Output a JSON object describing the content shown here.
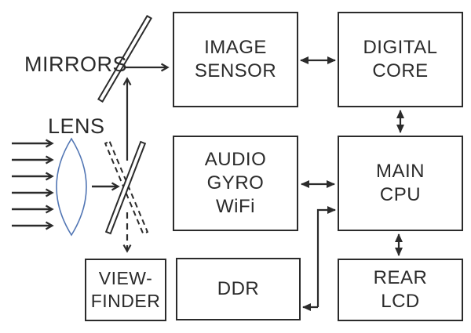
{
  "diagram": {
    "labels": {
      "mirrors": "MIRRORS",
      "lens": "LENS"
    },
    "boxes": [
      {
        "id": "image-sensor",
        "label": "IMAGE\nSENSOR"
      },
      {
        "id": "digital-core",
        "label": "DIGITAL\nCORE"
      },
      {
        "id": "audio-gyro-wifi",
        "label": "AUDIO\nGYRO\nWiFi"
      },
      {
        "id": "main-cpu",
        "label": "MAIN\nCPU"
      },
      {
        "id": "viewfinder",
        "label": "VIEW-\nFINDER"
      },
      {
        "id": "ddr",
        "label": "DDR"
      },
      {
        "id": "rear-lcd",
        "label": "REAR\nLCD"
      }
    ],
    "connections": [
      {
        "from": "light-rays",
        "to": "lens",
        "type": "one-way",
        "count": 6
      },
      {
        "from": "lens",
        "to": "mirror",
        "type": "one-way"
      },
      {
        "from": "mirror",
        "to": "image-sensor",
        "type": "one-way"
      },
      {
        "from": "mirror",
        "to": "main-mirror",
        "type": "one-way-up"
      },
      {
        "from": "mirror",
        "to": "viewfinder",
        "type": "one-way-dashed"
      },
      {
        "from": "image-sensor",
        "to": "digital-core",
        "type": "bidirectional"
      },
      {
        "from": "digital-core",
        "to": "main-cpu",
        "type": "bidirectional"
      },
      {
        "from": "audio-gyro-wifi",
        "to": "main-cpu",
        "type": "bidirectional"
      },
      {
        "from": "main-cpu",
        "to": "rear-lcd",
        "type": "bidirectional"
      },
      {
        "from": "ddr",
        "to": "main-cpu",
        "type": "bidirectional-elbow"
      }
    ],
    "colors": {
      "line": "#2b2b2b",
      "lens_stroke": "#5276b4",
      "background": "#ffffff"
    }
  }
}
